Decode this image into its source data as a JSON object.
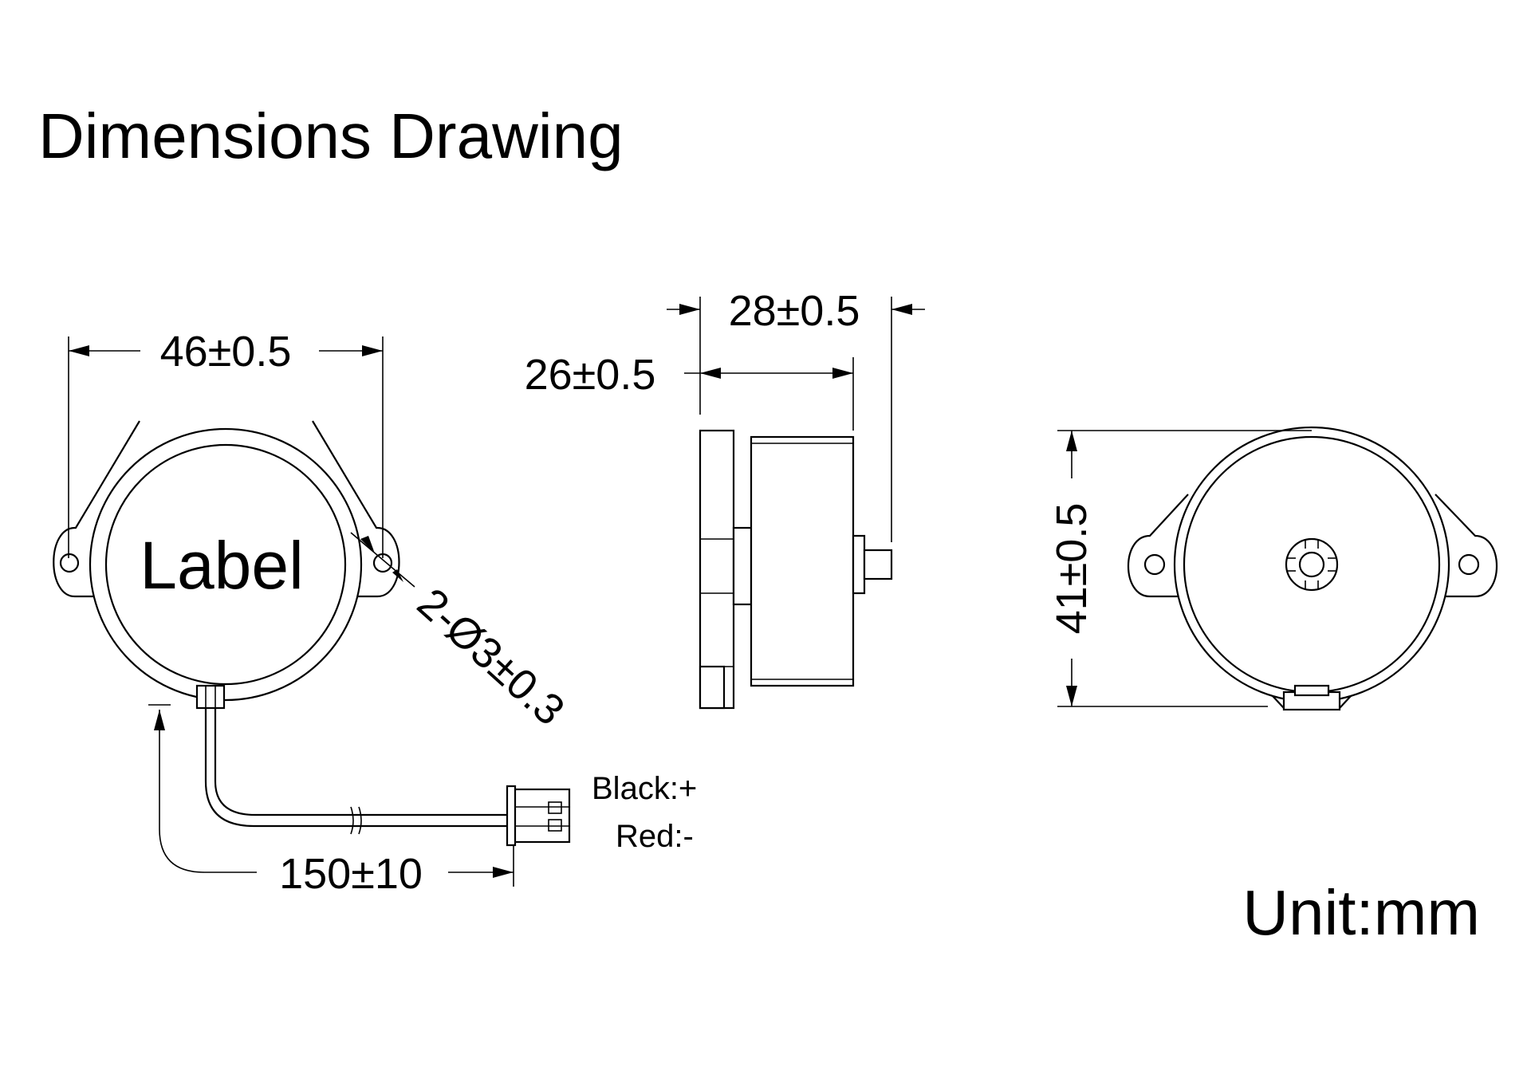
{
  "title": "Dimensions Drawing",
  "front_view": {
    "width_dim": "46±0.5",
    "label_text": "Label",
    "hole_dim": "2-Ø3±0.3",
    "wire_length_dim": "150±10",
    "wire_colors": [
      "Black:+",
      "Red:-"
    ]
  },
  "side_view": {
    "total_depth_dim": "28±0.5",
    "body_depth_dim": "26±0.5"
  },
  "rear_view": {
    "height_dim": "41±0.5"
  },
  "unit": "Unit:mm"
}
